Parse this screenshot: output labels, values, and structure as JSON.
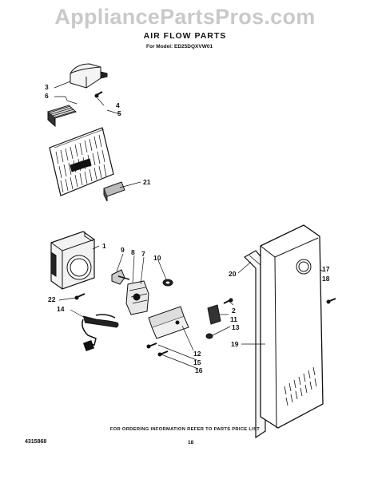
{
  "watermark": "AppliancePartsPros.com",
  "title": "AIR FLOW PARTS",
  "model_line": "For Model: ED25DQXVW01",
  "callouts": {
    "c3": "3",
    "c6": "6",
    "c4": "4",
    "c5": "5",
    "c21": "21",
    "c1": "1",
    "c9": "9",
    "c8": "8",
    "c7": "7",
    "c10": "10",
    "c22": "22",
    "c14": "14",
    "c20": "20",
    "c17": "17",
    "c18": "18",
    "c2": "2",
    "c11": "11",
    "c13": "13",
    "c19": "19",
    "c12": "12",
    "c15": "15",
    "c16": "16"
  },
  "footer_note": "FOR ORDERING INFORMATION REFER TO PARTS PRICE LIST",
  "doc_number": "4315868",
  "page_number": "18"
}
